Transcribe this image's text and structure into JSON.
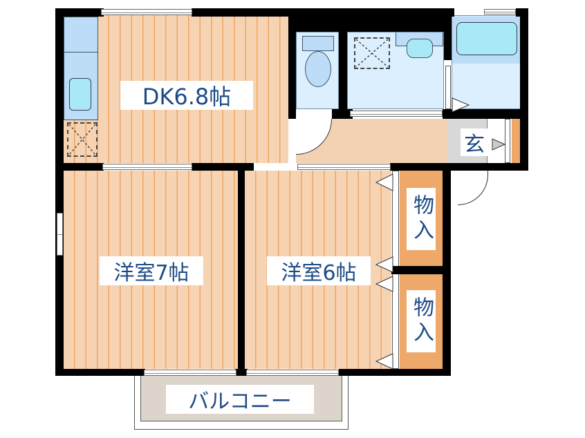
{
  "floor_plan": {
    "rooms": {
      "dk": {
        "label": "DK6.8帖",
        "type": "dining-kitchen",
        "size_jo": 6.8
      },
      "western_room_1": {
        "label": "洋室7帖",
        "type": "western-room",
        "size_jo": 7
      },
      "western_room_2": {
        "label": "洋室6帖",
        "type": "western-room",
        "size_jo": 6
      },
      "closet_1": {
        "label": "物入",
        "type": "storage"
      },
      "closet_2": {
        "label": "物入",
        "type": "storage"
      },
      "entrance": {
        "label": "玄",
        "type": "entrance"
      },
      "balcony": {
        "label": "バルコニー",
        "type": "balcony"
      },
      "toilet": {
        "type": "toilet"
      },
      "washroom": {
        "type": "washroom"
      },
      "bathroom": {
        "type": "bathroom"
      }
    },
    "colors": {
      "wall": "#000000",
      "wood_floor": "#f5d3b3",
      "wood_stripe": "#f0a560",
      "wet_area": "#dcefff",
      "fixture": "#bcdcf7",
      "basin": "#a9e9f7",
      "closet": "#eda86a",
      "balcony": "#ddd5cc",
      "entrance": "#d8d8d8",
      "label_text": "#1d4a86"
    }
  }
}
